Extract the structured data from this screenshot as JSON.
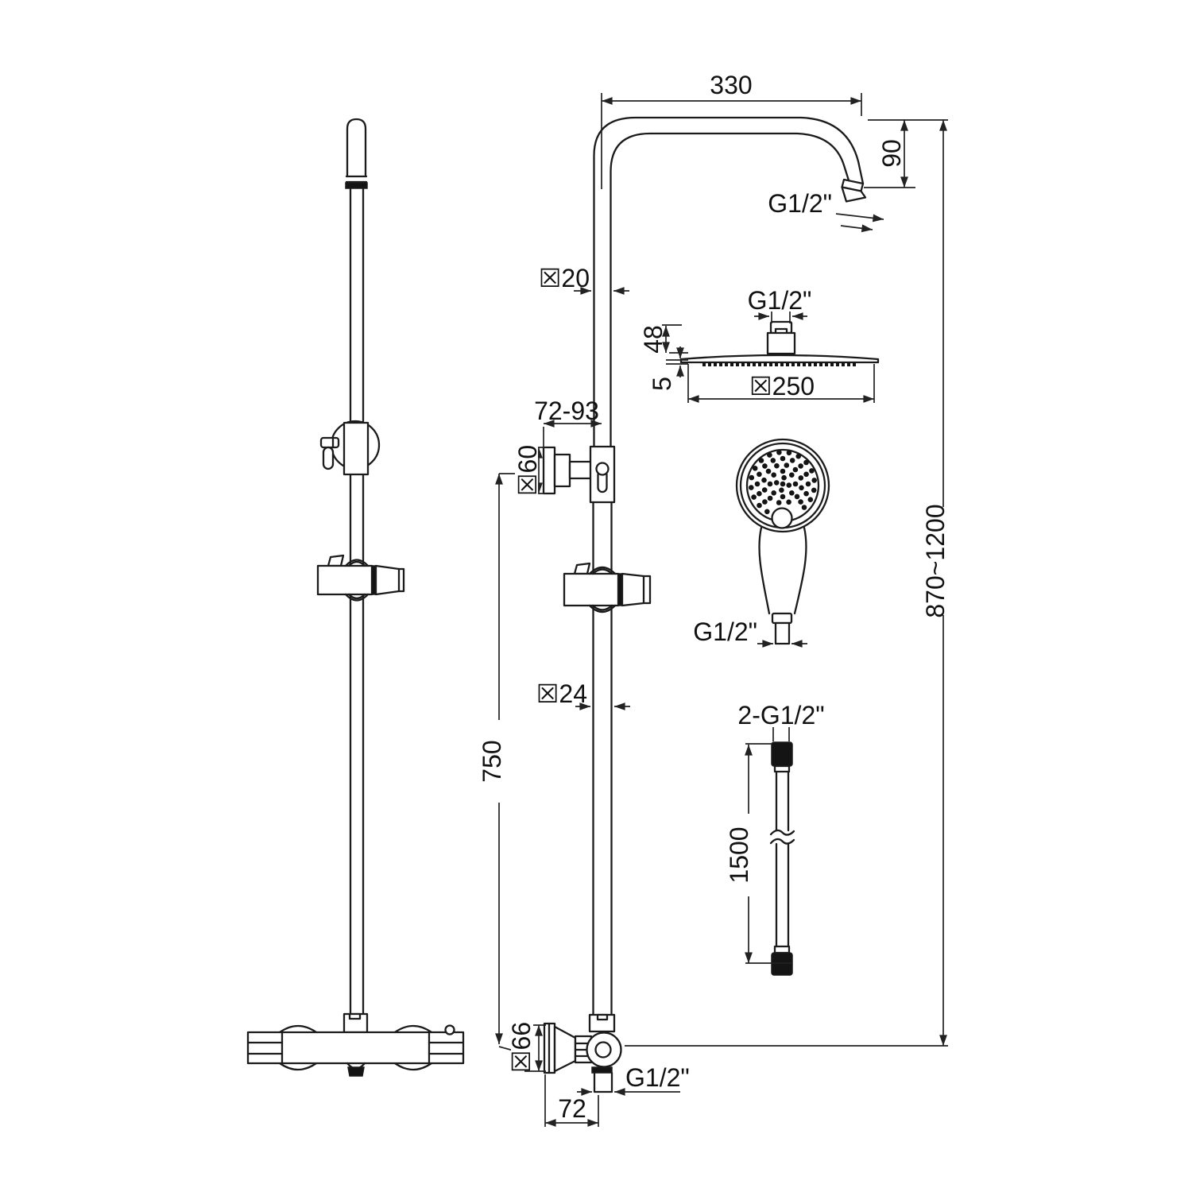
{
  "style": {
    "ink": "#1b1b1b",
    "dimension_color": "#222222",
    "background": "#ffffff"
  },
  "labels": {
    "arm_length": "330",
    "arm_height": "90",
    "arm_thread": "G1/2\"",
    "riser_upper_diameter": "☒20",
    "head_thread": "G1/2\"",
    "head_connector_height": "48",
    "head_plate_thickness": "5",
    "head_diameter": "☒250",
    "bracket_reach": "72-93",
    "bracket_flange_diameter": "☒60",
    "overall_height": "870~1200",
    "riser_lower_diameter": "☒24",
    "bracket_to_valve": "750",
    "hand_shower_thread": "G1/2\"",
    "hose_threads": "2-G1/2\"",
    "hose_length": "1500",
    "valve_flange_diameter": "☒66",
    "valve_outlet_thread": "G1/2\"",
    "valve_wall_offset": "72"
  }
}
